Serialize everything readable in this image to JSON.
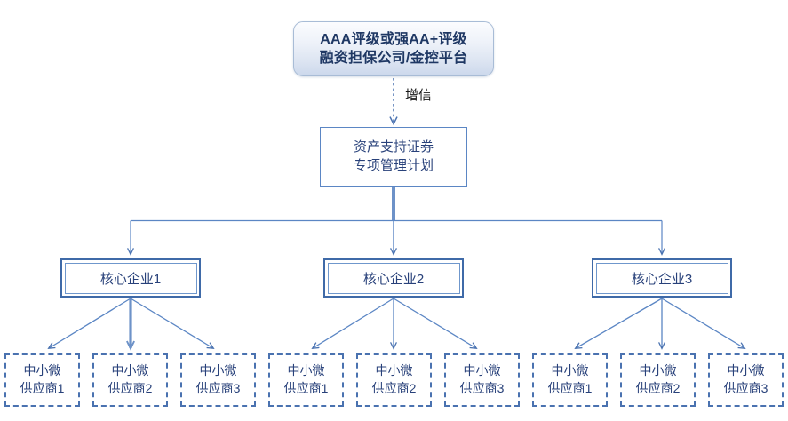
{
  "diagram": {
    "title_text": "",
    "colors": {
      "text_navy": "#28417a",
      "text_dark_navy": "#1f3864",
      "connector_blue": "#4a72b0",
      "core_border": "#3f6aa8",
      "abs_border": "#5b86c4",
      "guarantor_border": "#a8bcd6",
      "background": "#ffffff"
    },
    "guarantor": {
      "line1": "AAA评级或强AA+评级",
      "line2": "融资担保公司/金控平台"
    },
    "edge_labels": {
      "credit_enhancement": "增信"
    },
    "abs_plan": {
      "line1": "资产支持证券",
      "line2": "专项管理计划"
    },
    "core_enterprises": [
      {
        "label": "核心企业1"
      },
      {
        "label": "核心企业2"
      },
      {
        "label": "核心企业3"
      }
    ],
    "suppliers": [
      {
        "line1": "中小微",
        "line2": "供应商1"
      },
      {
        "line1": "中小微",
        "line2": "供应商2"
      },
      {
        "line1": "中小微",
        "line2": "供应商3"
      },
      {
        "line1": "中小微",
        "line2": "供应商1"
      },
      {
        "line1": "中小微",
        "line2": "供应商2"
      },
      {
        "line1": "中小微",
        "line2": "供应商3"
      },
      {
        "line1": "中小微",
        "line2": "供应商1"
      },
      {
        "line1": "中小微",
        "line2": "供应商2"
      },
      {
        "line1": "中小微",
        "line2": "供应商3"
      }
    ]
  }
}
